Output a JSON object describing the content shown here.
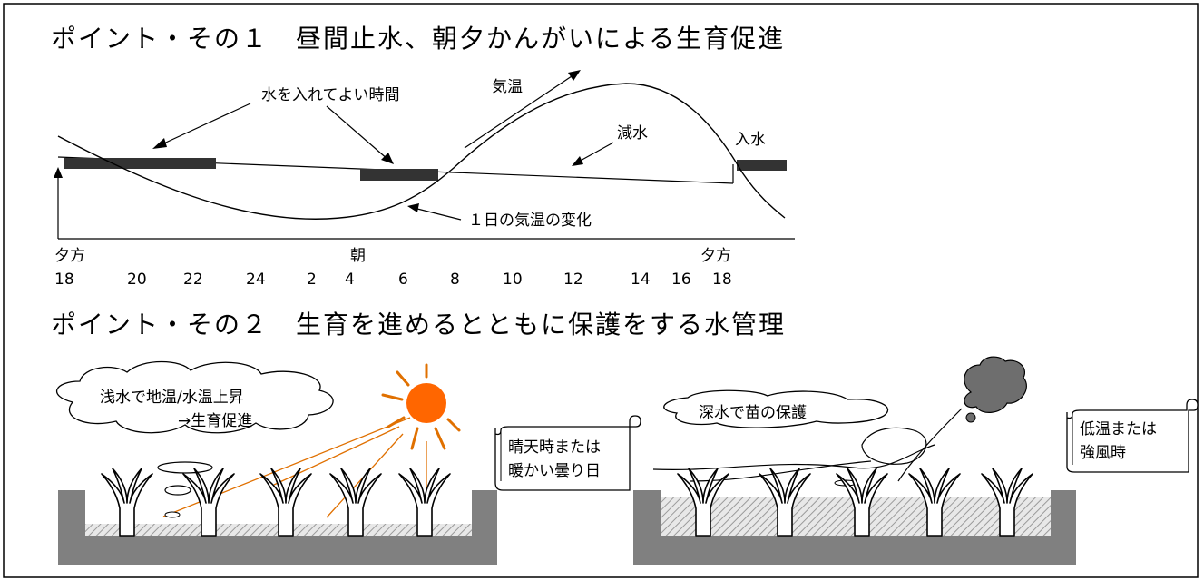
{
  "section1": {
    "title": "ポイント・その１　昼間止水、朝夕かんがいによる生育促進",
    "labels": {
      "ok_time": "水を入れてよい時間",
      "temp": "気温",
      "reduce": "減水",
      "inflow": "入水",
      "daily_change": "１日の気温の変化",
      "evening_left": "夕方",
      "morning": "朝",
      "evening_right": "夕方"
    },
    "hours": [
      "18",
      "20",
      "22",
      "24",
      "2",
      "4",
      "6",
      "8",
      "10",
      "12",
      "14",
      "16",
      "18"
    ]
  },
  "section2": {
    "title": "ポイント・その２　生育を進めるとともに保護をする水管理",
    "left_cloud": {
      "line1": "浅水で地温/水温上昇",
      "line2": "→生育促進"
    },
    "left_scroll": {
      "line1": "晴天時または",
      "line2": "暖かい曇り日"
    },
    "right_cloud": "深水で苗の保護",
    "right_scroll": {
      "line1": "低温または",
      "line2": "強風時"
    }
  },
  "colors": {
    "sun": "#ff6600",
    "sun_rays": "#e07000",
    "bar": "#333333",
    "ground": "#808080",
    "water_pattern": "#b0b0b0"
  }
}
